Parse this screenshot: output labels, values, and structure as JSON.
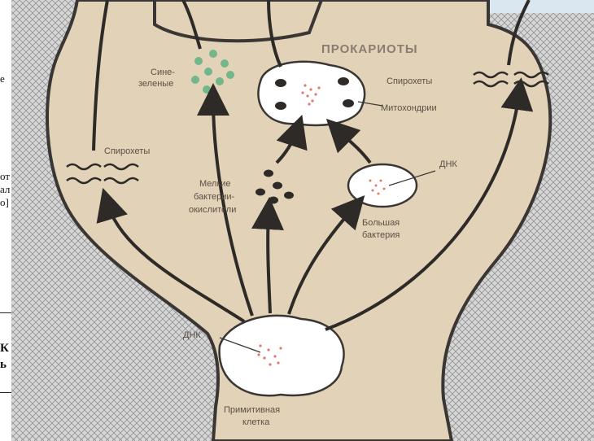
{
  "labels": {
    "prokaryotes": "ПРОКАРИОТЫ",
    "cyanobacteria_1": "Сине-",
    "cyanobacteria_2": "зеленые",
    "spirochetes_top": "Спирохеты",
    "mitochondria": "Митохондрии",
    "spirochetes_left": "Спирохеты",
    "small_bacteria_1": "Мелкие",
    "small_bacteria_2": "бактерии-",
    "small_bacteria_3": "окислители",
    "dna_large": "ДНК",
    "large_bacteria_1": "Большая",
    "large_bacteria_2": "бактерия",
    "dna_primitive": "ДНК",
    "primitive_cell_1": "Примитивная",
    "primitive_cell_2": "клетка"
  },
  "cropped_text": {
    "l1": "е",
    "l2": "от",
    "l3": "ал",
    "l4": "о]",
    "l5": "К",
    "l6": "ь"
  },
  "colors": {
    "background_fill": "#e2d2b8",
    "outline": "#3a3633",
    "cyan_dots": "#73b68a",
    "dna_dots": "#e07a6a"
  }
}
